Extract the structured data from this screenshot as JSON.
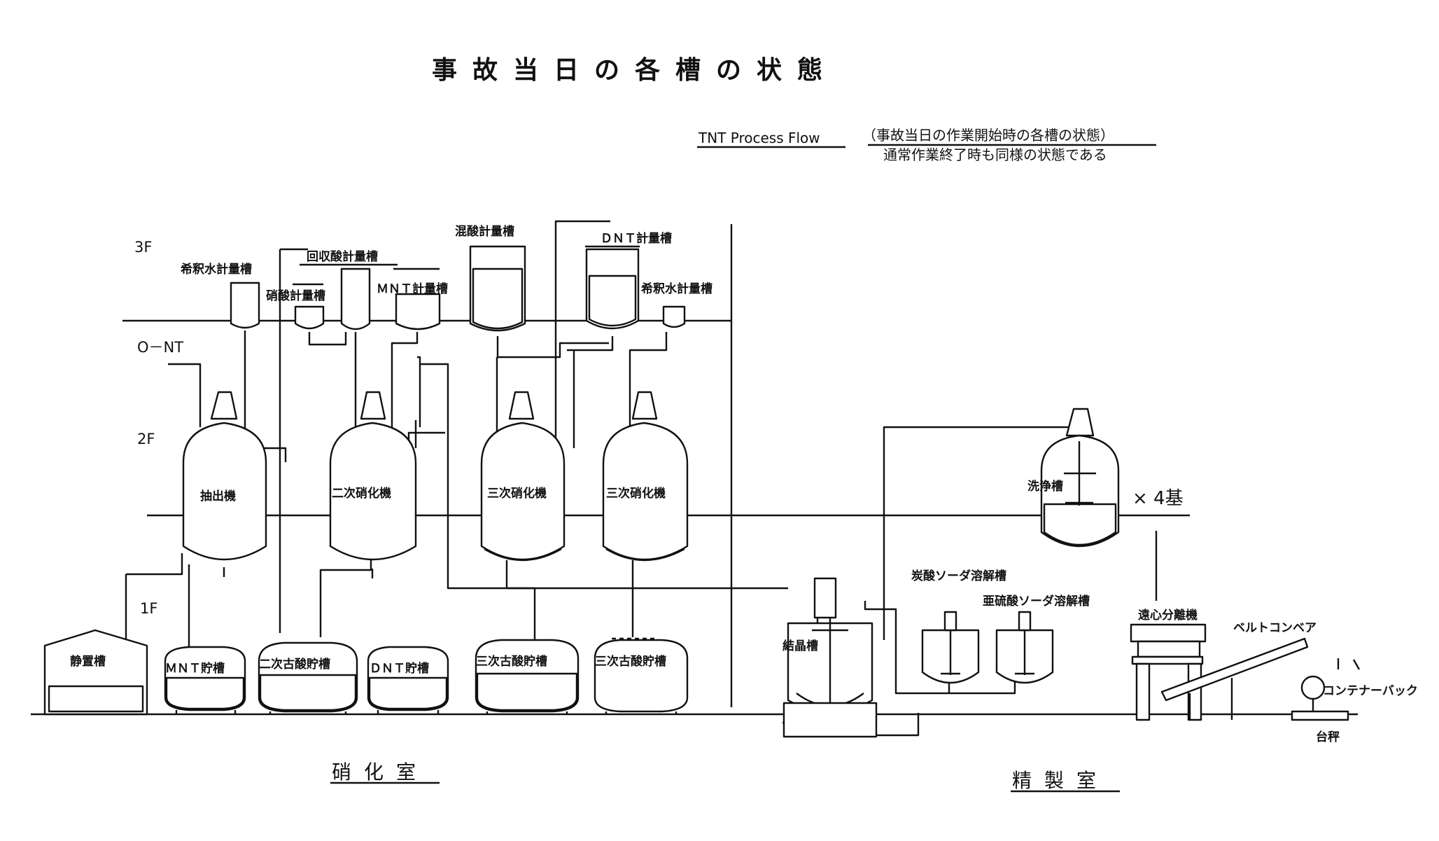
{
  "title": "事故当日の各槽の状態",
  "subtitle": {
    "flow_label": "TNT Process Flow",
    "note_line1": "（事故当日の作業開始時の各槽の状態）",
    "note_line2": "通常作業終了時も同様の状態である"
  },
  "floors": {
    "f3": "3F",
    "f2": "2F",
    "f1": "1F"
  },
  "feed_label": "O－NT",
  "tanks_3f": {
    "dilution_water_left": "希釈水計量槽",
    "nitric_acid": "硝酸計量槽",
    "recovered_acid": "回収酸計量槽",
    "mnt_measure": "ＭＮＴ計量槽",
    "mixed_acid": "混酸計量槽",
    "dnt_measure": "ＤＮＴ計量槽",
    "dilution_water_right": "希釈水計量槽"
  },
  "vessels_2f": {
    "extractor": "抽出機",
    "second_nitrator": "二次硝化機",
    "third_nitrator_a": "三次硝化機",
    "third_nitrator_b": "三次硝化機"
  },
  "tanks_1f": {
    "settling": "静置槽",
    "mnt_storage": "ＭＮＴ貯槽",
    "second_waste_acid": "二次古酸貯槽",
    "dnt_storage": "ＤＮＴ貯槽",
    "third_waste_acid_a": "三次古酸貯槽",
    "third_waste_acid_b": "三次古酸貯槽"
  },
  "refining": {
    "washing_tank": "洗浄槽",
    "washing_count": "× 4基",
    "soda_carbonate": "炭酸ソーダ溶解槽",
    "sodium_sulfite": "亜硫酸ソーダ溶解槽",
    "crystallizer": "結晶槽",
    "centrifuge": "遠心分離機",
    "belt_conveyor": "ベルトコンベア",
    "container_bag": "コンテナーバック",
    "platform_scale": "台秤"
  },
  "rooms": {
    "nitration": "硝化室",
    "refining": "精製室"
  }
}
